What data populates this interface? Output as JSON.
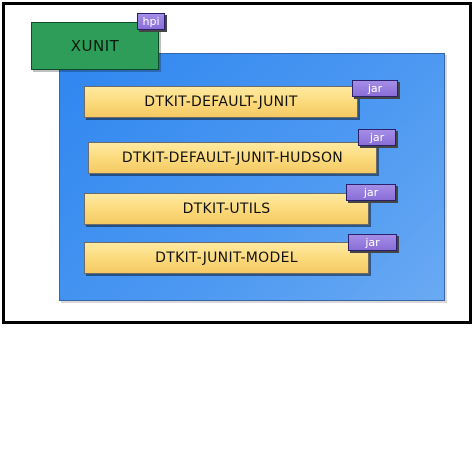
{
  "diagram": {
    "root": {
      "label": "XUNIT",
      "tag": "hpi"
    },
    "modules": [
      {
        "label": "DTKIT-DEFAULT-JUNIT",
        "tag": "jar"
      },
      {
        "label": "DTKIT-DEFAULT-JUNIT-HUDSON",
        "tag": "jar"
      },
      {
        "label": "DTKIT-UTILS",
        "tag": "jar"
      },
      {
        "label": "DTKIT-JUNIT-MODEL",
        "tag": "jar"
      }
    ]
  },
  "colors": {
    "root_fill": "#2f9d5a",
    "container_fill": "#3d8ff0",
    "module_fill": "#fbd97a",
    "tag_fill": "#9a80e0"
  }
}
